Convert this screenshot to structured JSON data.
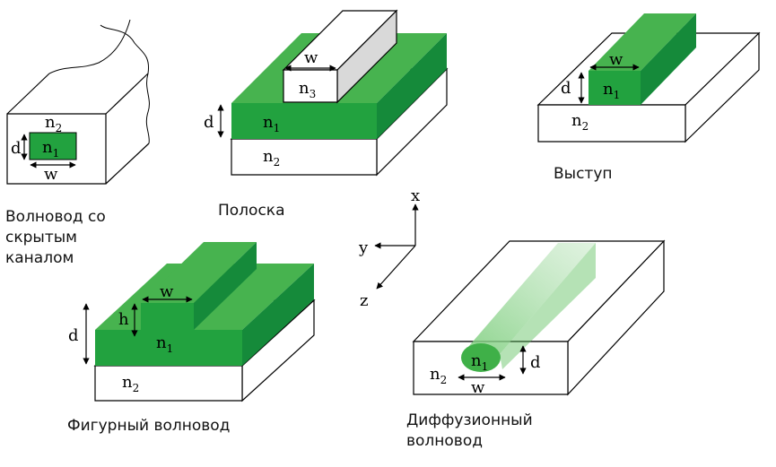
{
  "captions": {
    "buried": [
      "Волновод со",
      "скрытым",
      "каналом"
    ],
    "strip": "Полоска",
    "ridge": "Выступ",
    "shaped": "Фигурный волновод",
    "diffused": [
      "Диффузионный",
      "волновод"
    ]
  },
  "labels": {
    "n": "n",
    "idx1": "1",
    "idx2": "2",
    "idx3": "3",
    "w": "w",
    "d": "d",
    "h": "h"
  },
  "axes": {
    "x": "x",
    "y": "y",
    "z": "z"
  },
  "colors": {
    "green_front": "#22a23f",
    "green_top": "#47b34f",
    "green_side": "#158a3a",
    "green_light": "#8fd08f",
    "white": "#ffffff",
    "grey_side": "#d9d9d9",
    "grey_top": "#f4f4f4"
  }
}
